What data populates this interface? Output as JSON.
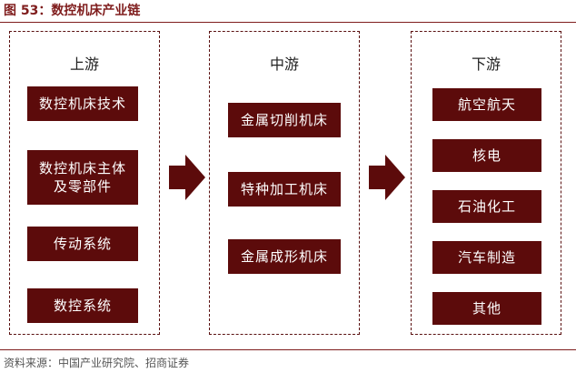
{
  "figure": {
    "title": "图 53：数控机床产业链",
    "source": "资料来源：中国产业研究院、招商证券"
  },
  "colors": {
    "accent": "#7f1d1d",
    "box_fill": "#5c0b0b",
    "box_text": "#ffffff"
  },
  "upstream": {
    "title": "上游",
    "items": [
      "数控机床技术",
      "数控机床主体及零部件",
      "传动系统",
      "数控系统"
    ]
  },
  "midstream": {
    "title": "中游",
    "items": [
      "金属切削机床",
      "特种加工机床",
      "金属成形机床"
    ]
  },
  "downstream": {
    "title": "下游",
    "items": [
      "航空航天",
      "核电",
      "石油化工",
      "汽车制造",
      "其他"
    ]
  }
}
